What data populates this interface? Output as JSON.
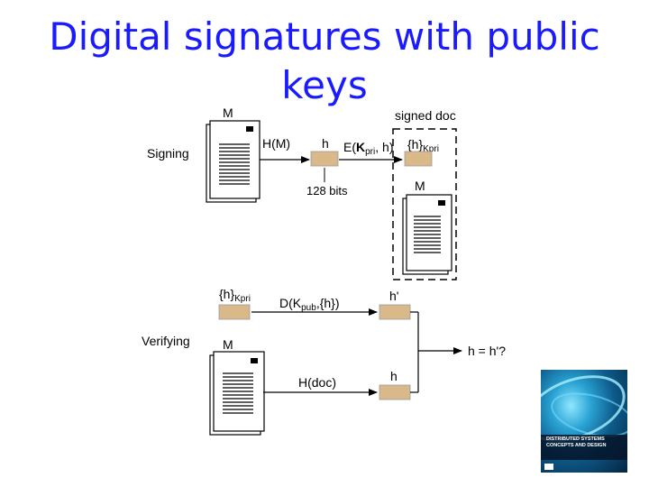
{
  "slide": {
    "title_line1": "Digital signatures with public",
    "title_line2": "keys"
  },
  "diagram": {
    "signing": {
      "label": "Signing",
      "doc_label": "M",
      "hash_label": "H(M)",
      "digest_label": "h",
      "digest_size": "128 bits",
      "encrypt_label_prefix": "E(",
      "encrypt_key": "K",
      "encrypt_key_sub": "pri",
      "encrypt_label_suffix": ", h)",
      "signed_doc_label": "signed doc",
      "sig_label": "{h}",
      "sig_sub": "Kpri",
      "signed_m_label": "M"
    },
    "verifying": {
      "label": "Verifying",
      "sig_label": "{h}",
      "sig_sub": "Kpri",
      "decrypt_label_prefix": "D(K",
      "decrypt_sub": "pub",
      "decrypt_label_suffix": ",{h})",
      "hprime_label": "h'",
      "doc_label": "M",
      "hash_label": "H(doc)",
      "h_label": "h",
      "compare_label": "h = h'?"
    }
  },
  "book_cover": {
    "title": "DISTRIBUTED SYSTEMS CONCEPTS AND DESIGN"
  },
  "colors": {
    "title": "#1a1aff",
    "key_box": "#d9b88a",
    "line": "#000000"
  }
}
